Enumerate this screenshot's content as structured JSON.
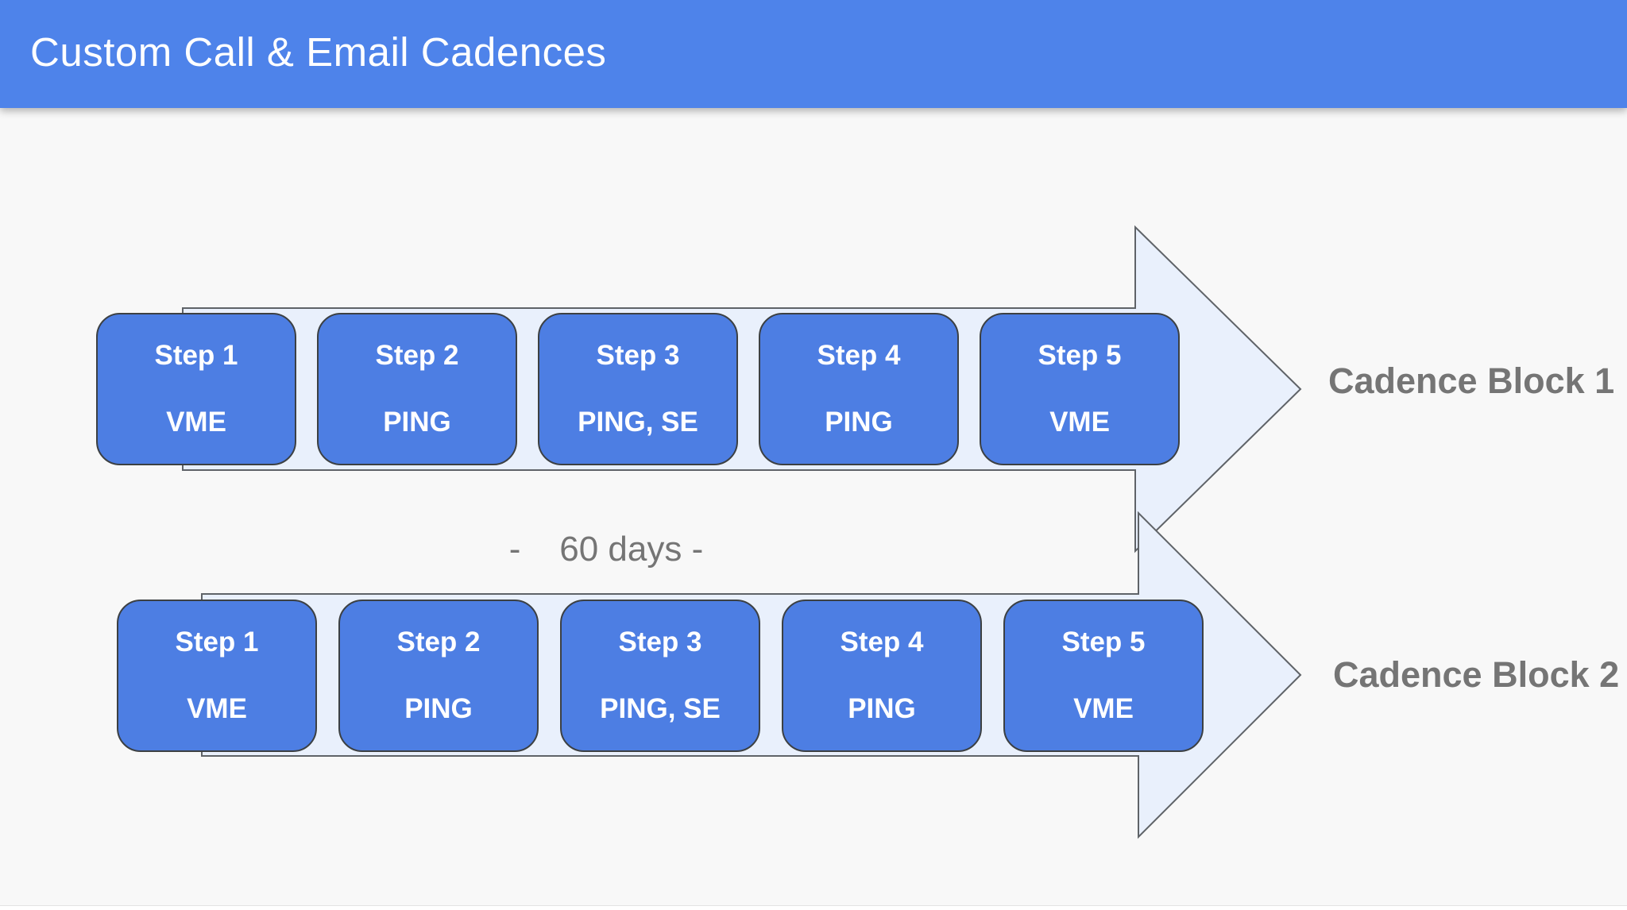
{
  "header": {
    "title": "Custom Call & Email Cadences"
  },
  "gap_label": "-    60 days -",
  "blocks": [
    {
      "label": "Cadence Block 1",
      "steps": [
        {
          "title": "Step 1",
          "channel": "VME"
        },
        {
          "title": "Step 2",
          "channel": "PING"
        },
        {
          "title": "Step 3",
          "channel": "PING, SE"
        },
        {
          "title": "Step 4",
          "channel": "PING"
        },
        {
          "title": "Step 5",
          "channel": "VME"
        }
      ]
    },
    {
      "label": "Cadence Block 2",
      "steps": [
        {
          "title": "Step 1",
          "channel": "VME"
        },
        {
          "title": "Step 2",
          "channel": "PING"
        },
        {
          "title": "Step 3",
          "channel": "PING, SE"
        },
        {
          "title": "Step 4",
          "channel": "PING"
        },
        {
          "title": "Step 5",
          "channel": "VME"
        }
      ]
    }
  ],
  "colors": {
    "header-bg": "#4e83ea",
    "box-fill": "#4d7ee3",
    "box-border": "#3c4043",
    "arrow-fill": "#e9f0fc",
    "arrow-border": "#5f6368",
    "page-bg": "#f8f8f8",
    "muted-text": "#757575",
    "box-text": "#ffffff"
  }
}
